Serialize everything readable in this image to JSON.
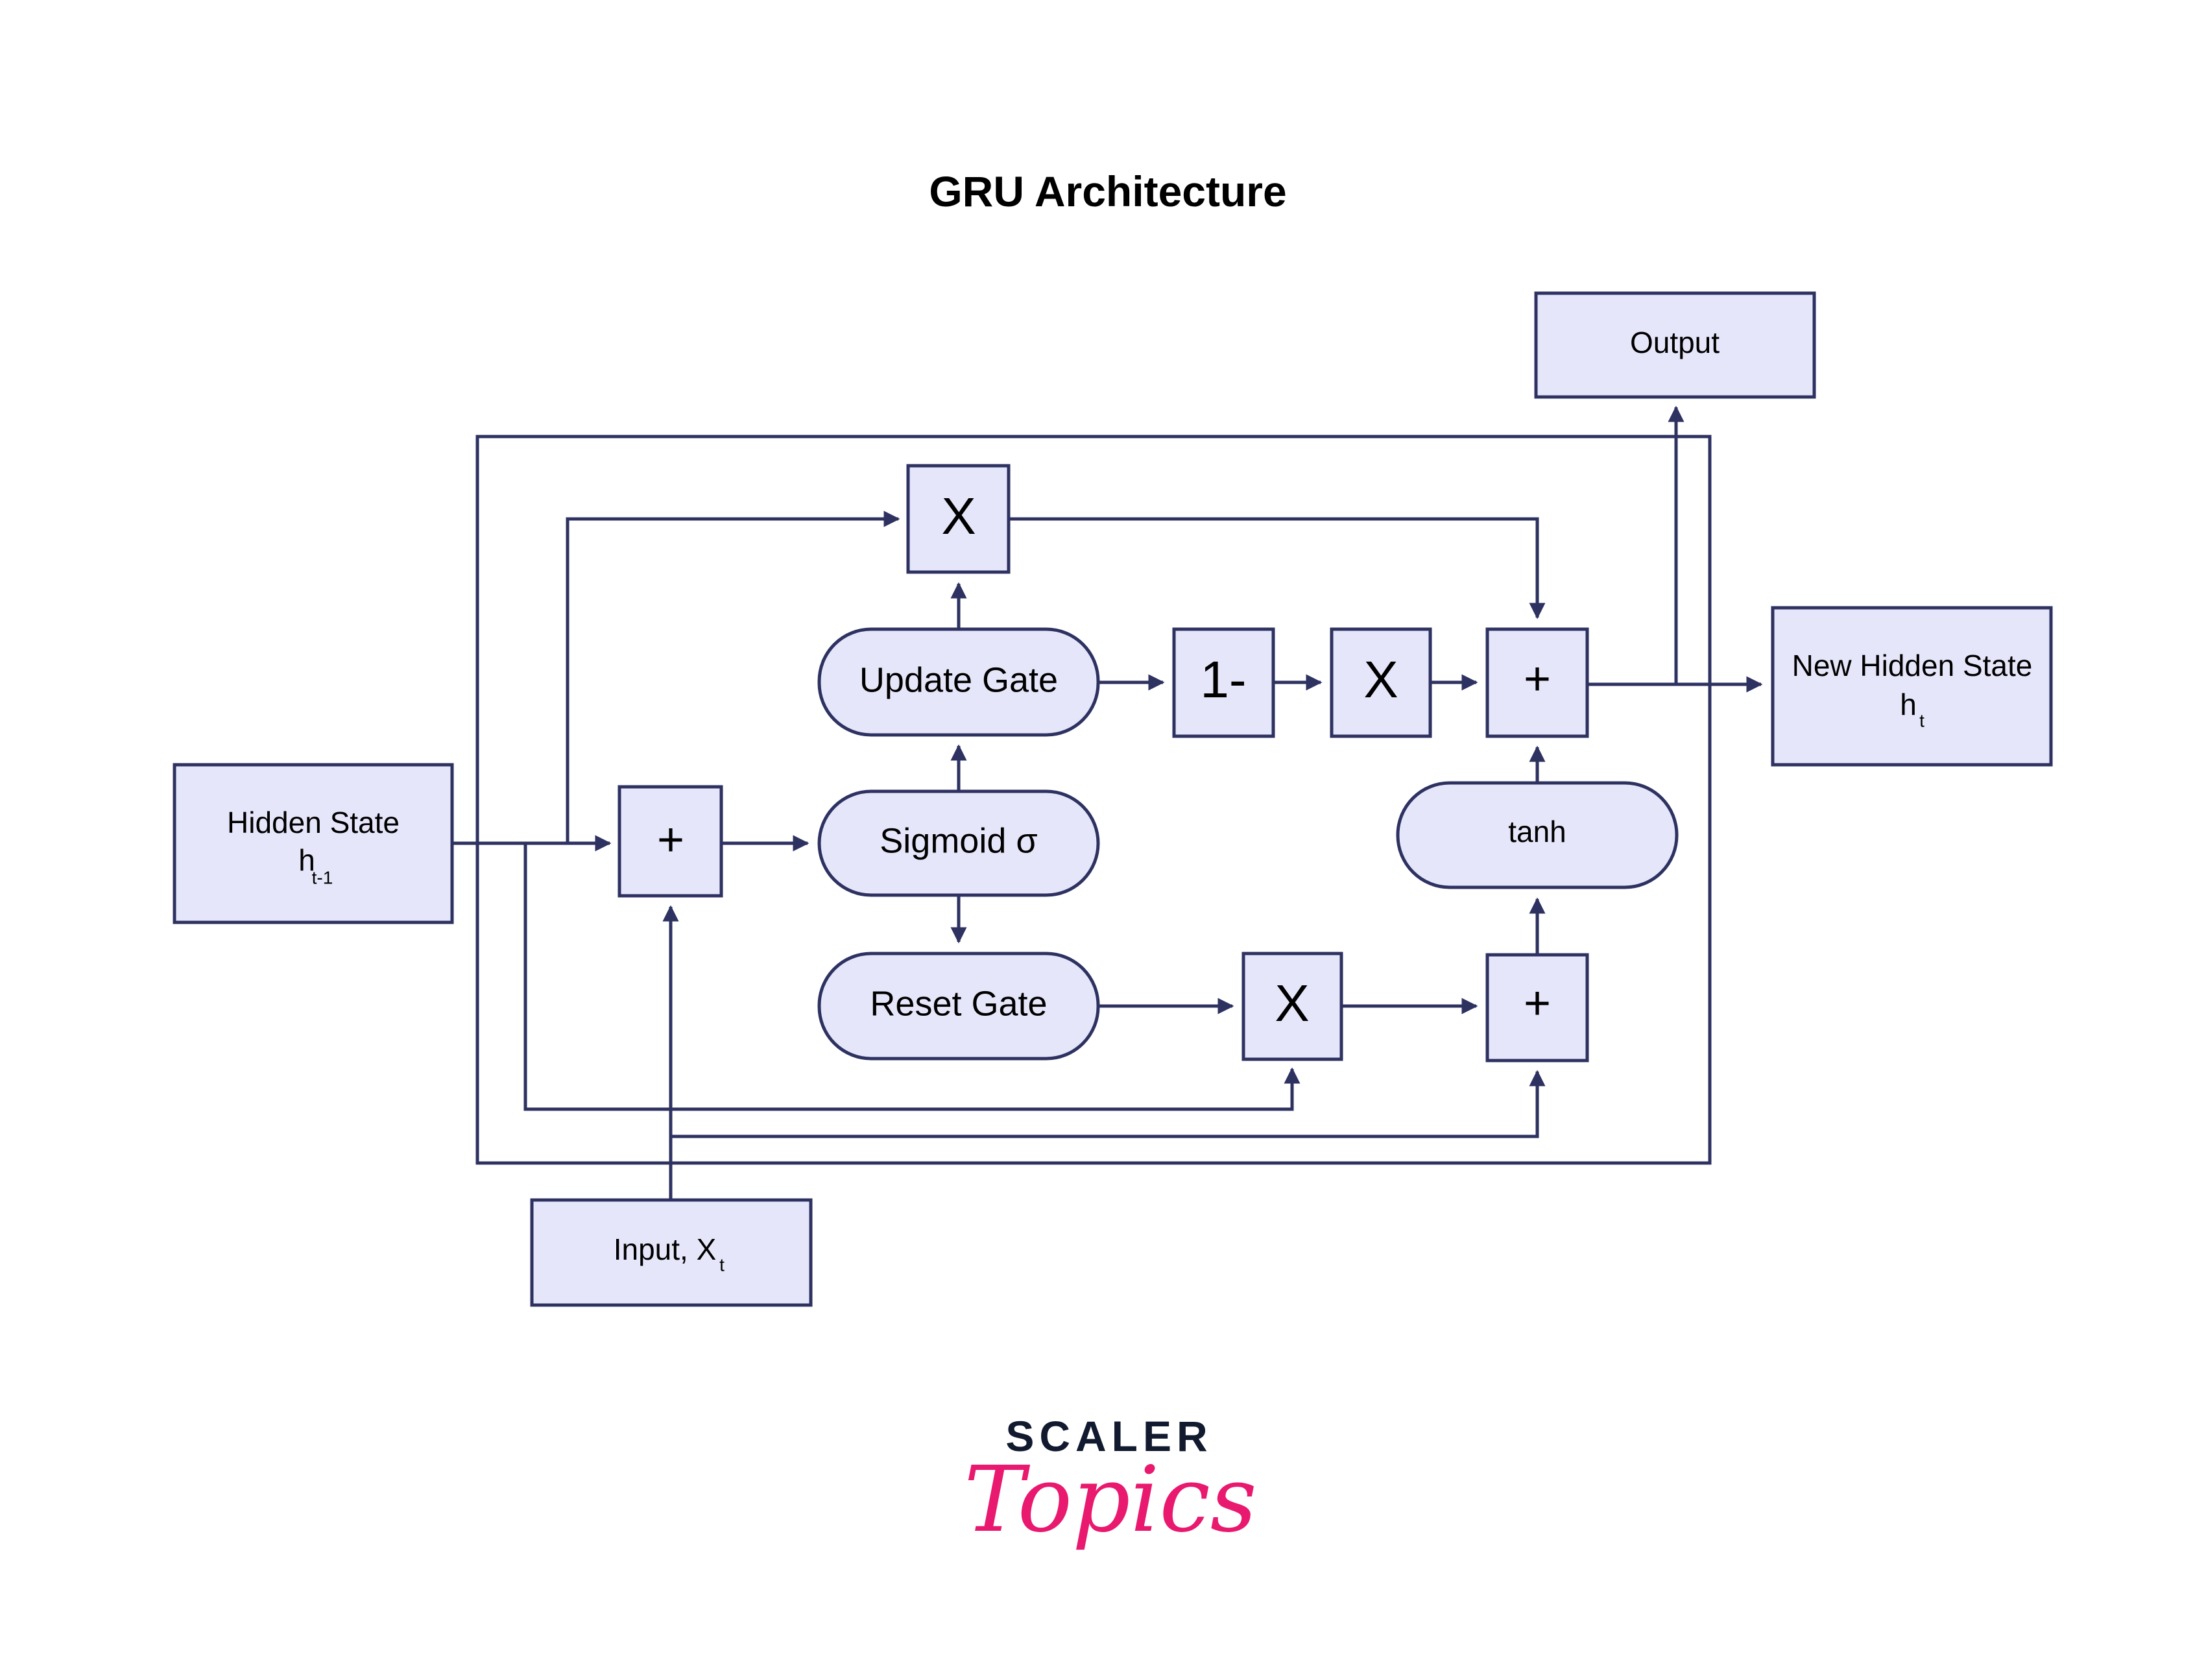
{
  "title": "GRU Architecture",
  "colors": {
    "box_fill": "#e6e6fa",
    "stroke": "#2e3261",
    "brand_dark": "#111a2e",
    "brand_pink": "#e8196e"
  },
  "nodes": {
    "output": {
      "label": "Output"
    },
    "hidden_state": {
      "label": "Hidden State",
      "symbol": "h",
      "subscript": "t-1"
    },
    "new_hidden_state": {
      "label": "New Hidden State",
      "symbol": "h",
      "subscript": "t"
    },
    "input": {
      "label": "Input, X",
      "subscript": "t"
    },
    "plus_input": {
      "label": "+"
    },
    "multiply_top": {
      "label": "X"
    },
    "update_gate": {
      "label": "Update Gate"
    },
    "sigmoid": {
      "label": "Sigmoid σ"
    },
    "reset_gate": {
      "label": "Reset Gate"
    },
    "one_minus": {
      "label": "1-"
    },
    "multiply_mid": {
      "label": "X"
    },
    "plus_top": {
      "label": "+"
    },
    "tanh": {
      "label": "tanh"
    },
    "multiply_reset": {
      "label": "X"
    },
    "plus_bottom": {
      "label": "+"
    }
  },
  "edges": [
    {
      "from": "hidden_state",
      "to": "plus_input"
    },
    {
      "from": "hidden_state",
      "to": "multiply_top"
    },
    {
      "from": "hidden_state",
      "to": "multiply_reset"
    },
    {
      "from": "input",
      "to": "plus_input"
    },
    {
      "from": "input",
      "to": "plus_bottom"
    },
    {
      "from": "plus_input",
      "to": "sigmoid"
    },
    {
      "from": "sigmoid",
      "to": "update_gate"
    },
    {
      "from": "sigmoid",
      "to": "reset_gate"
    },
    {
      "from": "update_gate",
      "to": "multiply_top"
    },
    {
      "from": "update_gate",
      "to": "one_minus"
    },
    {
      "from": "one_minus",
      "to": "multiply_mid"
    },
    {
      "from": "multiply_mid",
      "to": "plus_top"
    },
    {
      "from": "multiply_top",
      "to": "plus_top"
    },
    {
      "from": "reset_gate",
      "to": "multiply_reset"
    },
    {
      "from": "multiply_reset",
      "to": "plus_bottom"
    },
    {
      "from": "plus_bottom",
      "to": "tanh"
    },
    {
      "from": "tanh",
      "to": "plus_top"
    },
    {
      "from": "plus_top",
      "to": "new_hidden_state"
    },
    {
      "from": "plus_top",
      "to": "output"
    }
  ],
  "logo": {
    "line1": "SCALER",
    "line2": "Topics"
  }
}
